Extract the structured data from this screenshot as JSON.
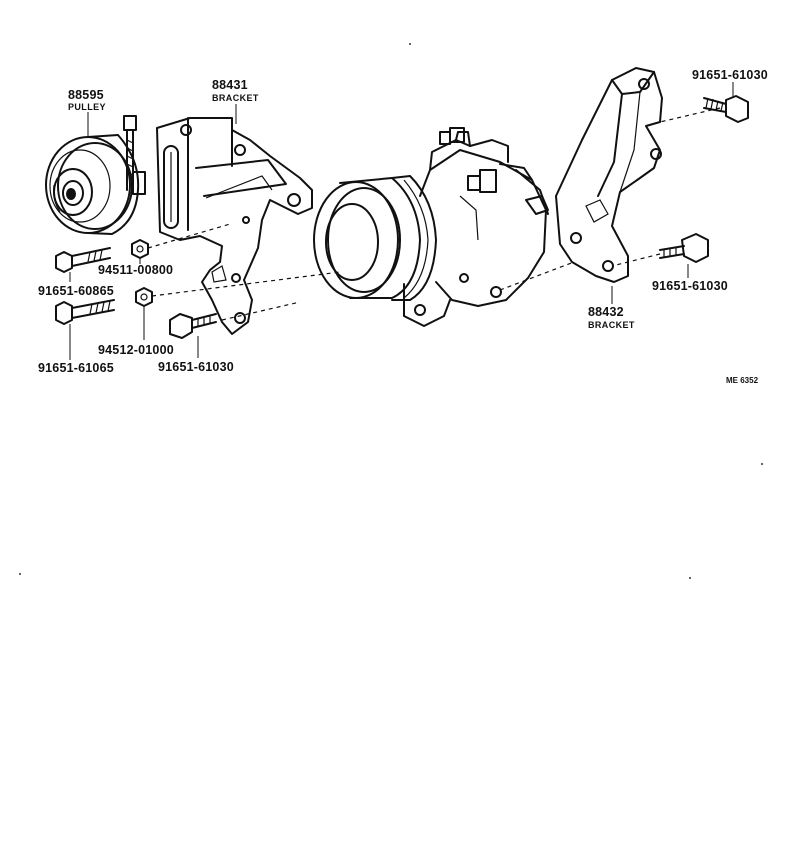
{
  "diagram": {
    "code": "ME 6352",
    "parts": {
      "pulley": {
        "number": "88595",
        "name": "PULLEY"
      },
      "bracket_left": {
        "number": "88431",
        "name": "BRACKET"
      },
      "bracket_right": {
        "number": "88432",
        "name": "BRACKET"
      },
      "bolt_top_right": {
        "number": "91651-61030"
      },
      "bolt_mid_right": {
        "number": "91651-61030"
      },
      "bolt_lower_center": {
        "number": "91651-61030"
      },
      "bolt_upper_left": {
        "number": "91651-60865"
      },
      "bolt_lower_left": {
        "number": "91651-61065"
      },
      "nut_upper": {
        "number": "94511-00800"
      },
      "nut_lower": {
        "number": "94512-01000"
      }
    }
  }
}
